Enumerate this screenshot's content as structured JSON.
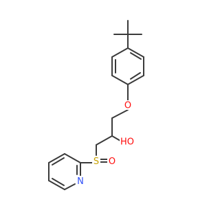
{
  "colors": {
    "bond": "#3a3a3a",
    "oxygen": "#ff0d0d",
    "sulfur": "#c8a200",
    "nitrogen": "#3050f8",
    "background": "#ffffff"
  },
  "atoms": {
    "ether_oxygen": "O",
    "hydroxyl": "HO",
    "sulfur": "S",
    "sulfinyl_oxygen": "O",
    "pyridine_nitrogen": "N"
  }
}
